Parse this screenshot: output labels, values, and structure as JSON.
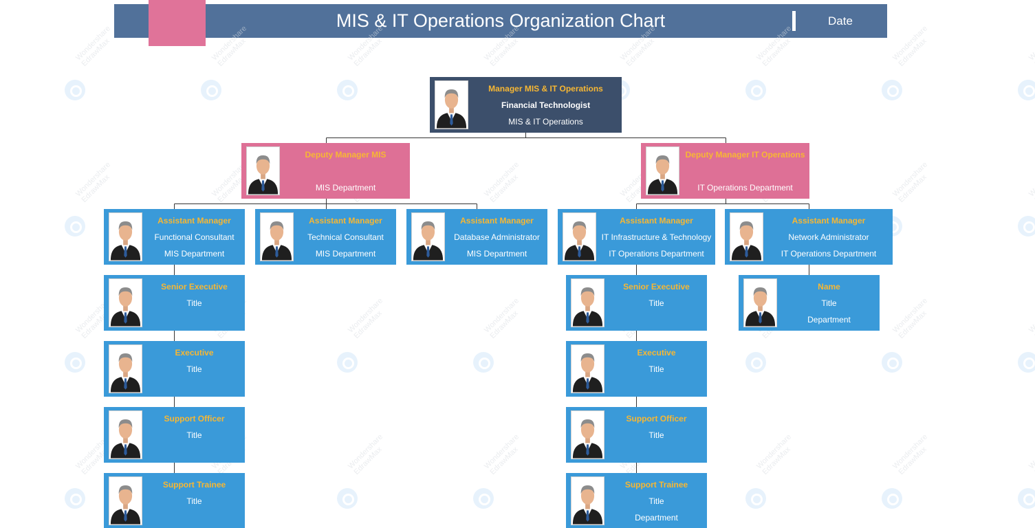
{
  "header": {
    "title": "MIS & IT Operations Organization Chart",
    "date_label": "Date"
  },
  "watermark": {
    "text_line1": "Wondershare",
    "text_line2": "EdrawMax"
  },
  "nodes": {
    "manager": {
      "name": "Manager MIS & IT Operations",
      "title": "Financial Technologist",
      "department": "MIS & IT Operations"
    },
    "deputy_mis": {
      "name": "Deputy Manager MIS",
      "title": "",
      "department": "MIS Department"
    },
    "deputy_it": {
      "name": "Deputy Manager IT Operations",
      "title": "",
      "department": "IT Operations Department"
    },
    "am_functional": {
      "name": "Assistant Manager",
      "title": "Functional Consultant",
      "department": "MIS Department"
    },
    "am_technical": {
      "name": "Assistant Manager",
      "title": "Technical Consultant",
      "department": "MIS Department"
    },
    "am_database": {
      "name": "Assistant Manager",
      "title": "Database Administrator",
      "department": "MIS Department"
    },
    "am_infra": {
      "name": "Assistant Manager",
      "title": "IT Infrastructure & Technology",
      "department": "IT Operations Department"
    },
    "am_network": {
      "name": "Assistant Manager",
      "title": "Network Administrator",
      "department": "IT Operations Department"
    },
    "mis_senior_exec": {
      "name": "Senior Executive",
      "title": "Title",
      "department": ""
    },
    "mis_exec": {
      "name": "Executive",
      "title": "Title",
      "department": ""
    },
    "mis_support_officer": {
      "name": "Support Officer",
      "title": "Title",
      "department": ""
    },
    "mis_support_trainee": {
      "name": "Support Trainee",
      "title": "Title",
      "department": ""
    },
    "it_senior_exec": {
      "name": "Senior Executive",
      "title": "Title",
      "department": ""
    },
    "it_exec": {
      "name": "Executive",
      "title": "Title",
      "department": ""
    },
    "it_support_officer": {
      "name": "Support Officer",
      "title": "Title",
      "department": ""
    },
    "it_support_trainee": {
      "name": "Support Trainee",
      "title": "Title",
      "department": "Department"
    },
    "network_report": {
      "name": "Name",
      "title": "Title",
      "department": "Department"
    }
  },
  "colors": {
    "header_bar": "#51719a",
    "header_accent": "#e07399",
    "manager_card": "#3c4f6b",
    "deputy_card": "#de7096",
    "staff_card": "#3a9ad9",
    "name_text": "#f7b733",
    "connector": "#333333"
  },
  "icons": {
    "photo": "person-avatar-icon",
    "watermark": "edrawmax-logo-icon"
  }
}
